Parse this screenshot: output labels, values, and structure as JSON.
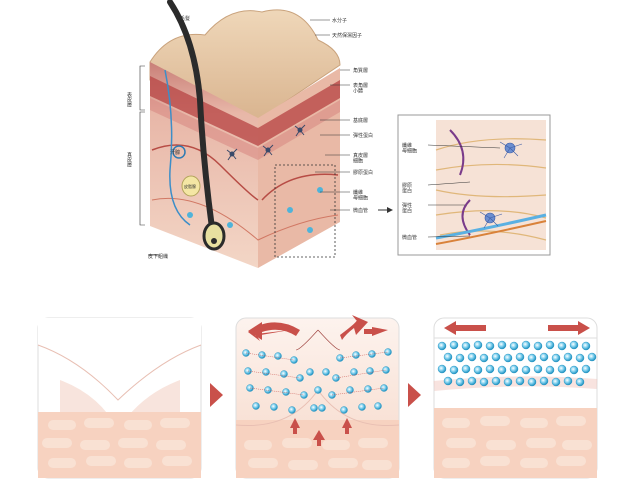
{
  "skin_cross_section": {
    "left_labels": {
      "epidermis": "表皮層",
      "dermis": "真皮層",
      "subcutaneous": "皮下組織"
    },
    "inner_labels": {
      "sebaceous_gland": "皮脂腺",
      "sweat_gland": "汗腺",
      "hair": "毛髮"
    },
    "right_labels": {
      "water_molecule": "水分子",
      "natural_moisturizing_factor": "天然保濕因子",
      "stratum_corneum": "角質層",
      "keratinocyte": "表角層\n小體",
      "basal_layer": "基底層",
      "elastin": "彈性蛋白",
      "dermal_cell": "真皮層\n細胞",
      "collagen": "膠原蛋白",
      "fibroblast": "纖維\n母細胞",
      "blood_vessel": "微血管"
    }
  },
  "magnified_inset": {
    "labels": {
      "fibroblast": "纖維\n母細胞",
      "collagen": "膠原\n蛋白",
      "elastin": "彈性\n蛋白",
      "blood_vessel": "微血管"
    }
  },
  "process_steps": [
    {
      "name": "wrinkle-formation"
    },
    {
      "name": "collagen-regeneration"
    },
    {
      "name": "smoothed-skin"
    }
  ],
  "colors": {
    "skin_pink": "#f2c9b4",
    "dermis_red": "#c0504d",
    "cell_blue": "#4fb3d9",
    "arrow_red": "#c9504a",
    "hair": "#2b2b2b"
  }
}
